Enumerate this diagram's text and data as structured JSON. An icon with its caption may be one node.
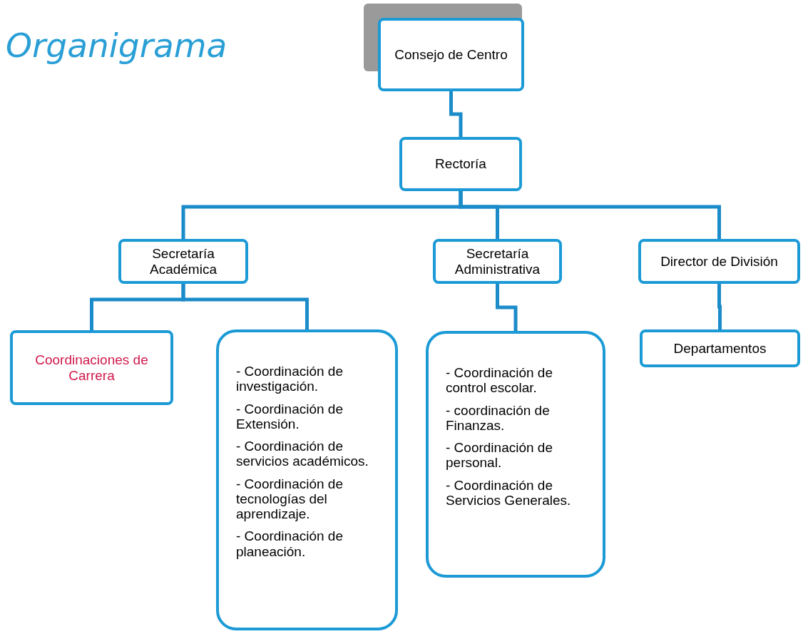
{
  "diagram": {
    "title": "Organigrama",
    "nodes": [
      {
        "text": [
          "Consejo de Centro"
        ]
      },
      {
        "text": [
          "Rectoría"
        ]
      },
      {
        "text": [
          "Secretaría Académica"
        ]
      },
      {
        "text": [
          "Secretaría Administrativa"
        ]
      },
      {
        "text": [
          "Director de División"
        ]
      },
      {
        "text": [
          "Coordinaciones de Carrera"
        ]
      },
      {
        "text": [
          "- Coordinación de investigación.",
          "- Coordinación de Extensión.",
          "- Coordinación de servicios académicos.",
          "- Coordinación de tecnologías del aprendizaje.",
          "- Coordinación de planeación."
        ]
      },
      {
        "text": [
          "- Coordinación de control escolar.",
          "- coordinación de Finanzas.",
          "- Coordinación de personal.",
          "- Coordinación de Servicios Generales."
        ]
      },
      {
        "text": [
          "Departamentos"
        ]
      }
    ],
    "edges": [
      {
        "from": 0,
        "to": 1,
        "arrow": "none"
      },
      {
        "from": 1,
        "to": 2,
        "arrow": "none"
      },
      {
        "from": 1,
        "to": 3,
        "arrow": "none"
      },
      {
        "from": 1,
        "to": 4,
        "arrow": "none"
      },
      {
        "from": 2,
        "to": 5,
        "arrow": "none"
      },
      {
        "from": 2,
        "to": 6,
        "arrow": "none"
      },
      {
        "from": 3,
        "to": 7,
        "arrow": "none"
      },
      {
        "from": 4,
        "to": 8,
        "arrow": "none"
      }
    ]
  }
}
